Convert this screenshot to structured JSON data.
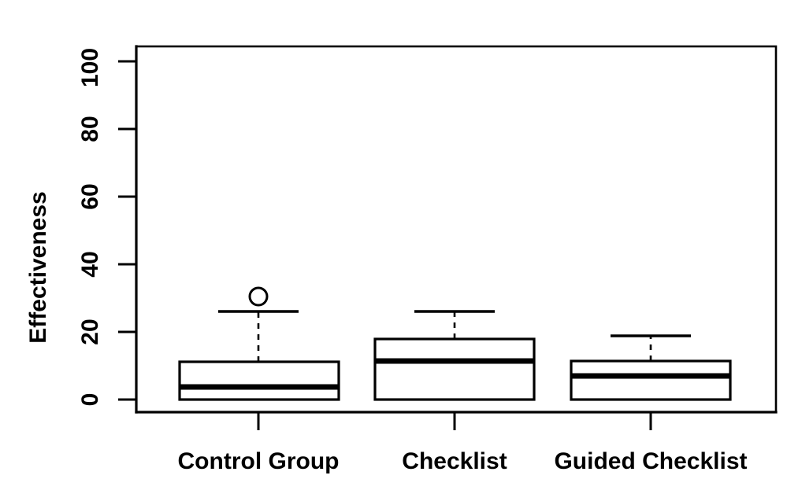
{
  "chart_data": {
    "type": "box",
    "title": "",
    "xlabel": "",
    "ylabel": "Effectiveness",
    "ylim": [
      0,
      100
    ],
    "yticks": [
      0,
      20,
      40,
      60,
      80,
      100
    ],
    "ytick_labels": [
      "0",
      "20",
      "40",
      "60",
      "80",
      "100"
    ],
    "categories": [
      "Control Group",
      "Checklist",
      "Guided Checklist"
    ],
    "grid": false,
    "legend": "none",
    "boxes": [
      {
        "label": "Control Group",
        "min": 0,
        "q1": 0,
        "median": 3.7,
        "q3": 11.2,
        "whisker_low": 0,
        "whisker_high": 26,
        "outliers": [
          30.5
        ]
      },
      {
        "label": "Checklist",
        "min": 0,
        "q1": 0,
        "median": 11.5,
        "q3": 18,
        "whisker_low": 0,
        "whisker_high": 26,
        "outliers": []
      },
      {
        "label": "Guided Checklist",
        "min": 0,
        "q1": 0,
        "median": 7,
        "q3": 11.5,
        "whisker_low": 0,
        "whisker_high": 19,
        "outliers": []
      }
    ],
    "colors": {
      "box_fill": "#ffffff",
      "box_stroke": "#000000",
      "median": "#000000",
      "axis": "#000000",
      "background": "#ffffff"
    }
  },
  "axes": {
    "y_axis_label": "Effectiveness"
  }
}
